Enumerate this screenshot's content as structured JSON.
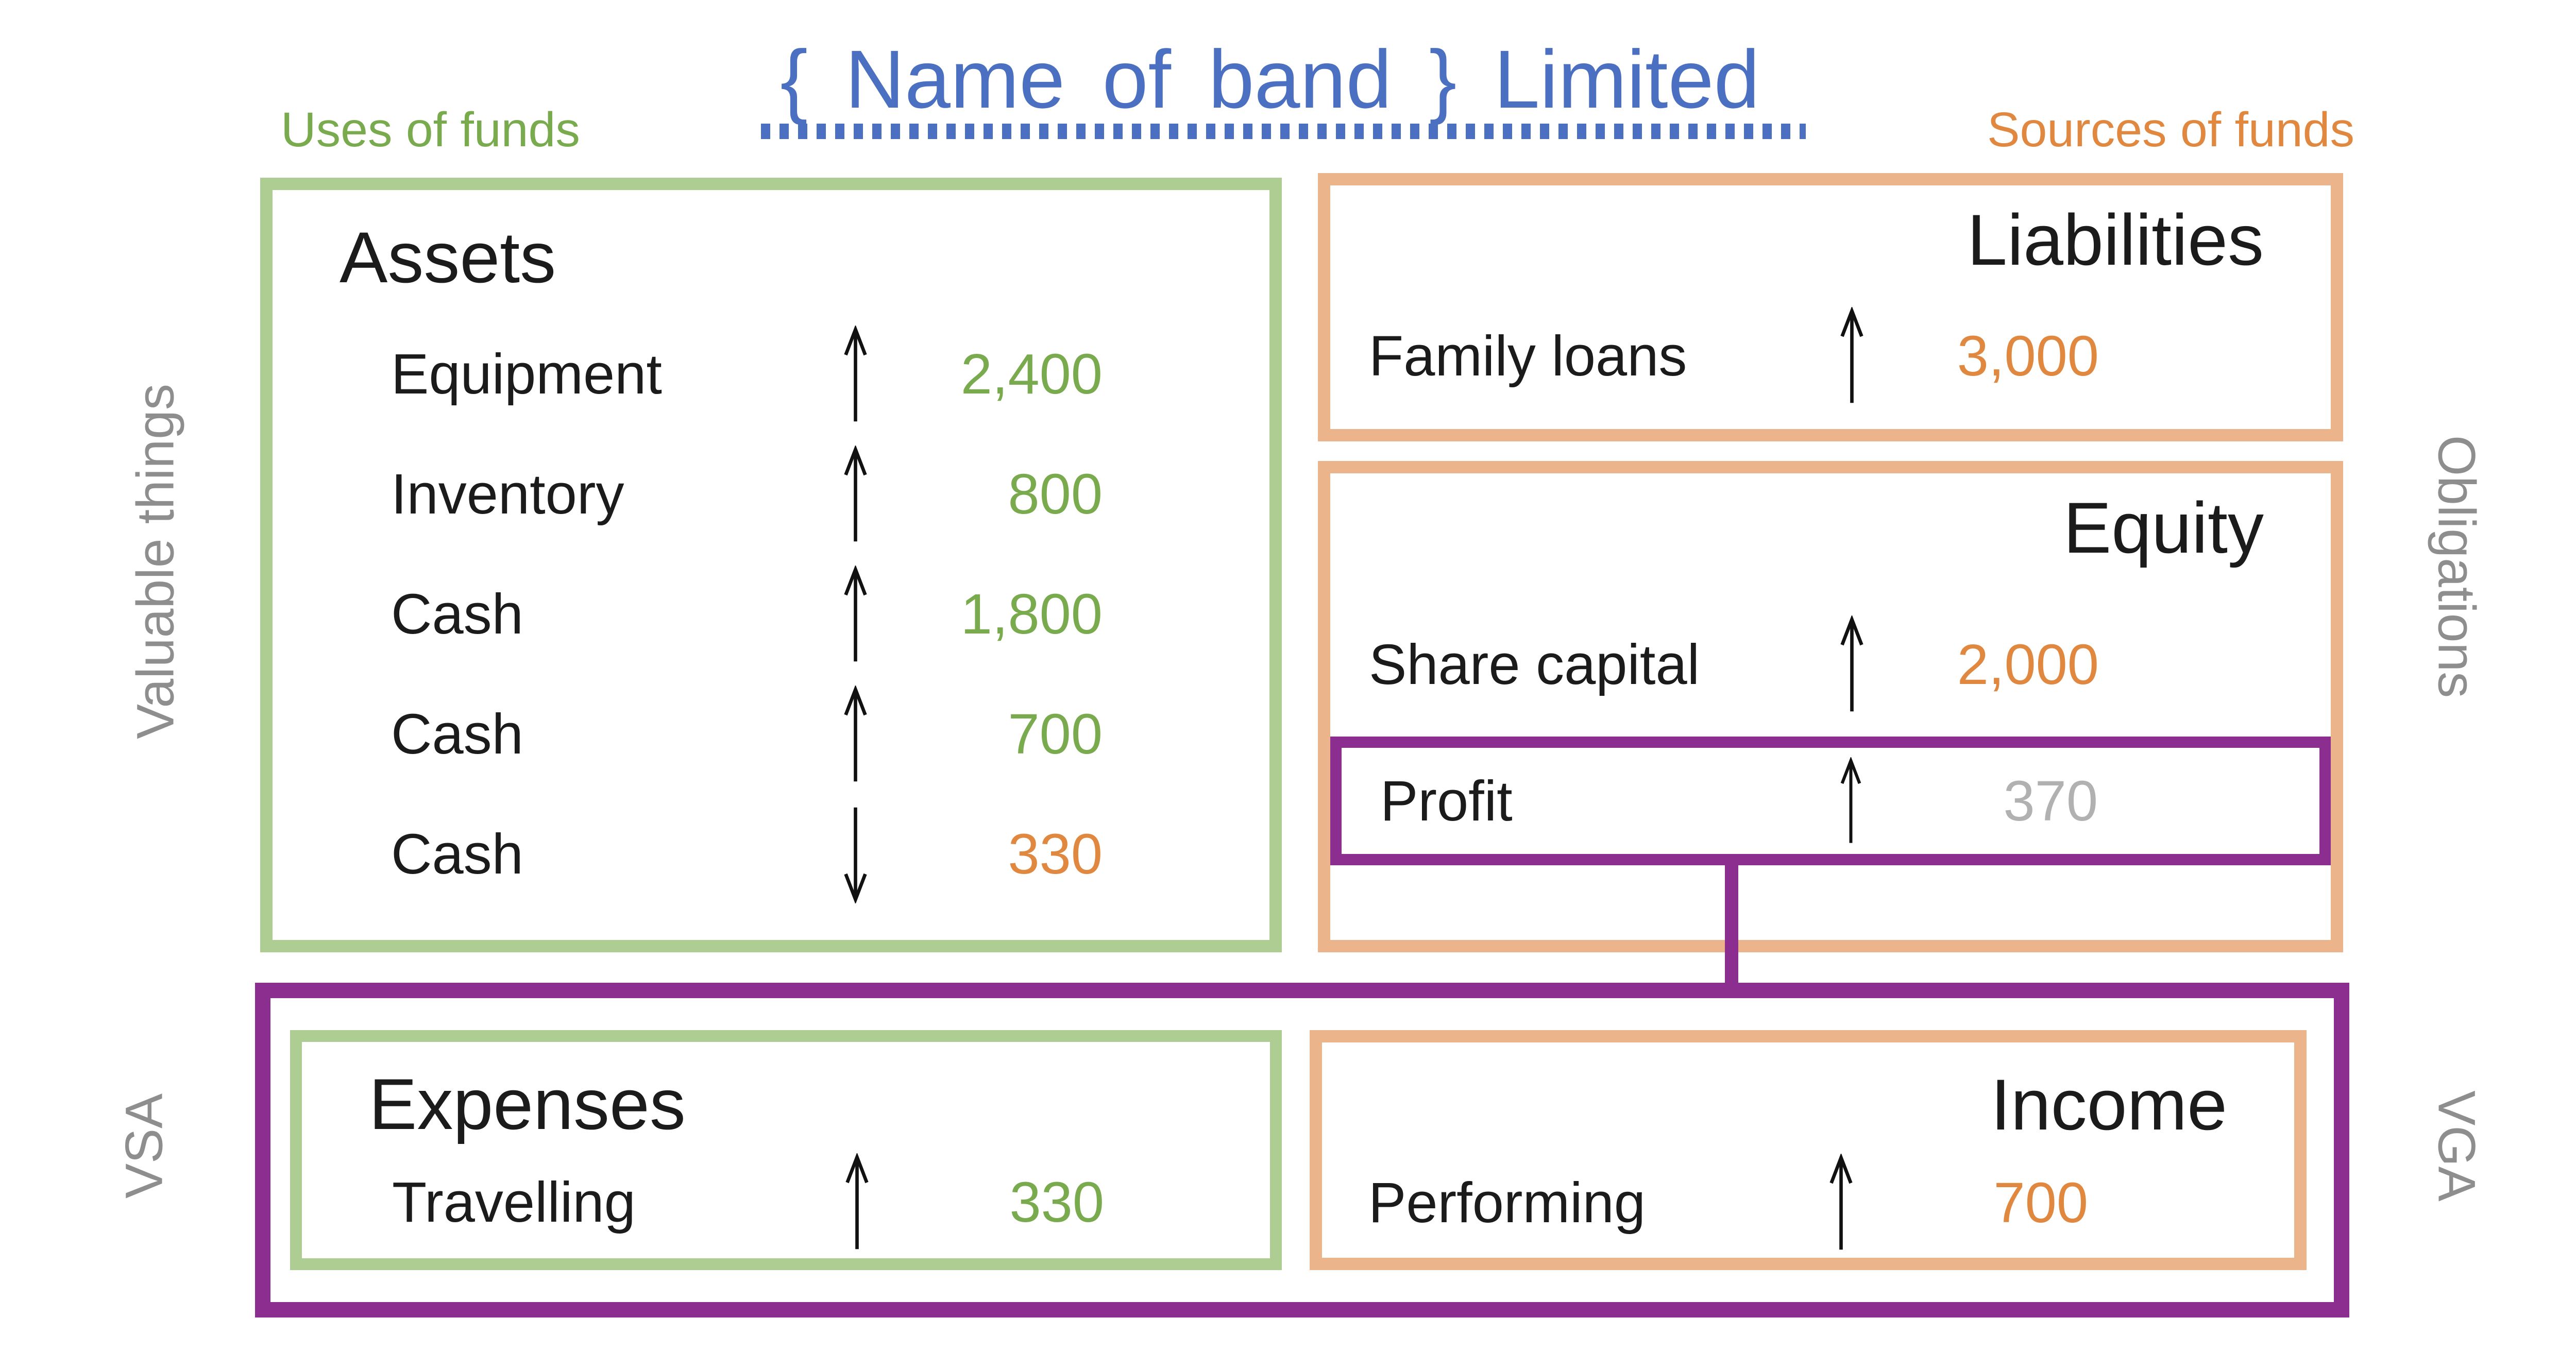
{
  "title": {
    "text": "{ Name of band } Limited"
  },
  "labels": {
    "uses": "Uses of funds",
    "sources": "Sources of funds",
    "valuable_things": "Valuable things",
    "obligations": "Obligations",
    "vsa": "VSA",
    "vga": "VGA"
  },
  "boxes": {
    "assets": {
      "heading": "Assets",
      "rows": [
        {
          "label": "Equipment",
          "direction": "up",
          "value": "2,400",
          "tone": "green"
        },
        {
          "label": "Inventory",
          "direction": "up",
          "value": "800",
          "tone": "green"
        },
        {
          "label": "Cash",
          "direction": "up",
          "value": "1,800",
          "tone": "green"
        },
        {
          "label": "Cash",
          "direction": "up",
          "value": "700",
          "tone": "green"
        },
        {
          "label": "Cash",
          "direction": "down",
          "value": "330",
          "tone": "orange"
        }
      ]
    },
    "liabilities": {
      "heading": "Liabilities",
      "rows": [
        {
          "label": "Family loans",
          "direction": "up",
          "value": "3,000",
          "tone": "orange"
        }
      ]
    },
    "equity": {
      "heading": "Equity",
      "rows": [
        {
          "label": "Share capital",
          "direction": "up",
          "value": "2,000",
          "tone": "orange"
        }
      ],
      "profit_row": {
        "label": "Profit",
        "direction": "up",
        "value": "370",
        "tone": "gray"
      }
    },
    "expenses": {
      "heading": "Expenses",
      "rows": [
        {
          "label": "Travelling",
          "direction": "up",
          "value": "330",
          "tone": "green"
        }
      ]
    },
    "income": {
      "heading": "Income",
      "rows": [
        {
          "label": "Performing",
          "direction": "up",
          "value": "700",
          "tone": "orange"
        }
      ]
    }
  },
  "colors": {
    "green_border": "#aecd92",
    "green_text": "#79ab4e",
    "orange_border": "#ecb48a",
    "orange_text": "#e0883f",
    "purple": "#8b2e8f",
    "blue_title": "#4c70c1",
    "gray_label": "#8e8e8e",
    "gray_value": "#b1b1b1"
  }
}
